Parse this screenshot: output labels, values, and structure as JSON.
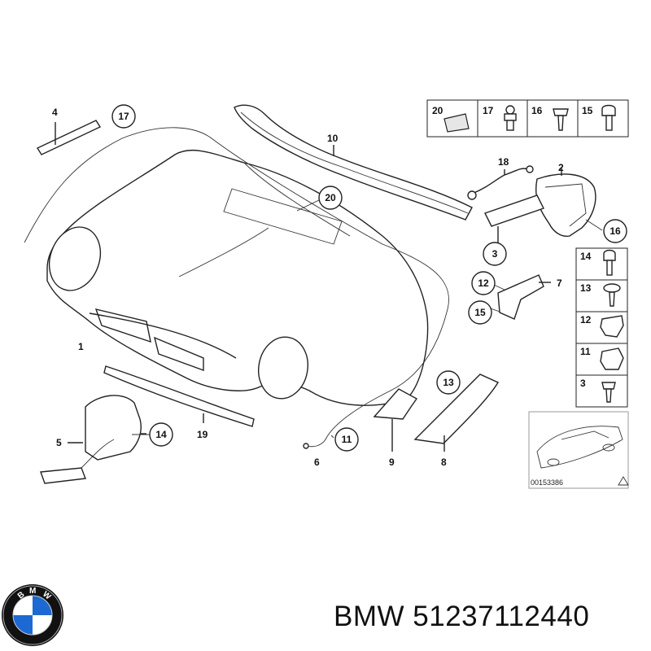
{
  "diagram": {
    "callouts": {
      "p1": "1",
      "p2": "2",
      "p3": "3",
      "p4": "4",
      "p5": "5",
      "p6": "6",
      "p7": "7",
      "p8": "8",
      "p9": "9",
      "p10": "10",
      "p11": "11",
      "p12": "12",
      "p13": "13",
      "p14": "14",
      "p15": "15",
      "p16": "16",
      "p17": "17",
      "p18": "18",
      "p19": "19",
      "p20": "20"
    },
    "top_legend": [
      "20",
      "17",
      "16",
      "15"
    ],
    "side_legend": [
      "14",
      "13",
      "12",
      "11",
      "3"
    ],
    "reference_code": "00153386"
  },
  "footer": {
    "brand": "BMW",
    "part_number": "51237112440",
    "text": "BMW 51237112440"
  },
  "logo": {
    "letters": "BMW",
    "colors": {
      "blue": "#1c69d4",
      "ring": "#111111",
      "white": "#ffffff"
    }
  }
}
